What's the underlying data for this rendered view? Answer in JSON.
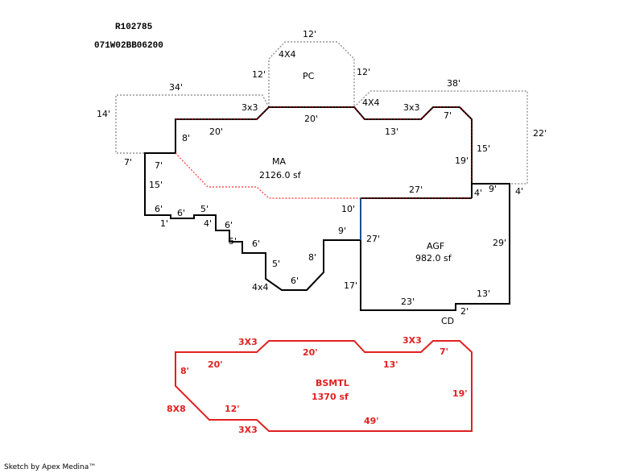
{
  "header": {
    "parcel_id": "R102785",
    "account_no": "071W02BB06200"
  },
  "areas": {
    "pc": {
      "name": "PC"
    },
    "ma": {
      "name": "MA",
      "area": "2126.0 sf"
    },
    "agf": {
      "name": "AGF",
      "area": "982.0 sf"
    },
    "cd": {
      "name": "CD"
    },
    "bsmtl": {
      "name": "BSMTL",
      "area": "1370 sf"
    }
  },
  "dimensions": {
    "pc_top": "12'",
    "pc_left": "12'",
    "pc_right": "12'",
    "pc_corner": "4X4",
    "patio_top_left": "34'",
    "patio_left": "14'",
    "patio_bottom_left": "7'",
    "patio_top_right": "38'",
    "patio_right": "22'",
    "patio_right_bottom": "4'",
    "ma_3x3_left": "3x3",
    "ma_4x4_right": "4X4",
    "ma_20_left": "20'",
    "ma_8": "8'",
    "ma_20_top": "20'",
    "ma_13": "13'",
    "ma_3x3_right": "3x3",
    "ma_7_right": "7'",
    "ma_15_right": "15'",
    "ma_19": "19'",
    "ma_27": "27'",
    "ma_4": "4'",
    "ma_9": "9'",
    "ma_10": "10'",
    "w_7": "7'",
    "w_15": "15'",
    "w_6a": "6'",
    "w_1": "1'",
    "w_6b": "6'",
    "w_5a": "5'",
    "w_4": "4'",
    "w_6c": "6'",
    "w_5b": "5'",
    "w_6d": "6'",
    "w_5c": "5'",
    "w_4x4": "4x4",
    "w_6e": "6'",
    "w_8": "8'",
    "w_9": "9'",
    "agf_27": "27'",
    "agf_29": "29'",
    "agf_17": "17'",
    "agf_23": "23'",
    "agf_13": "13'",
    "agf_2": "2'",
    "b_3x3_top_left": "3X3",
    "b_20_top": "20'",
    "b_3x3_top_right": "3X3",
    "b_7": "7'",
    "b_20_left": "20'",
    "b_13": "13'",
    "b_8": "8'",
    "b_19": "19'",
    "b_8x8": "8X8",
    "b_12": "12'",
    "b_49": "49'",
    "b_3x3_bottom": "3X3"
  },
  "colors": {
    "outline": "#000000",
    "dotted": "#808080",
    "ma_top_edge": "#800000",
    "ma_divider": "#ff3030",
    "shared_wall": "#1f4e8c",
    "basement": "#e02020"
  },
  "footer": {
    "credit": "Sketch by Apex Medina™"
  }
}
